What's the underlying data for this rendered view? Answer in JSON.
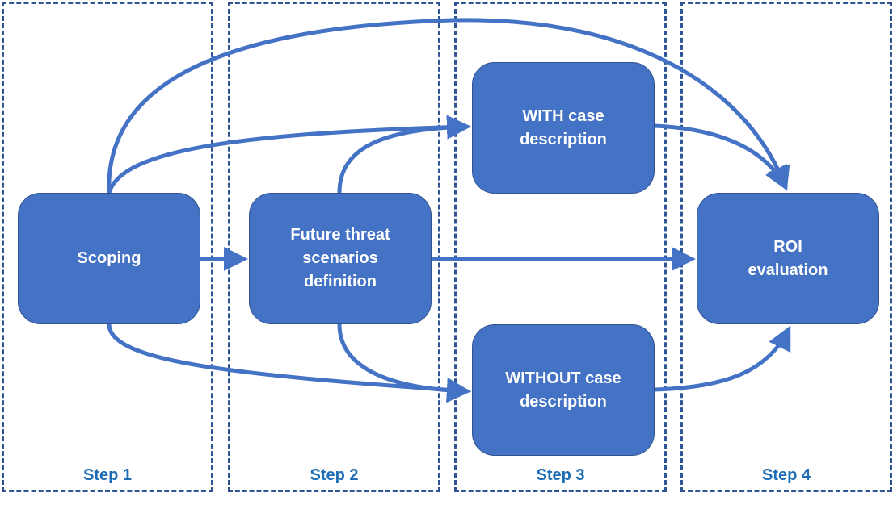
{
  "diagram": {
    "steps": [
      {
        "id": "step1",
        "label": "Step 1"
      },
      {
        "id": "step2",
        "label": "Step 2"
      },
      {
        "id": "step3",
        "label": "Step 3"
      },
      {
        "id": "step4",
        "label": "Step 4"
      }
    ],
    "nodes": [
      {
        "id": "scoping",
        "label": "Scoping",
        "step": "step1"
      },
      {
        "id": "future",
        "label": "Future threat scenarios definition",
        "step": "step2"
      },
      {
        "id": "with",
        "label": "WITH case description",
        "step": "step3"
      },
      {
        "id": "without",
        "label": "WITHOUT case description",
        "step": "step3"
      },
      {
        "id": "roi",
        "label": "ROI evaluation",
        "step": "step4"
      }
    ],
    "edges": [
      {
        "from": "scoping",
        "to": "future"
      },
      {
        "from": "scoping",
        "to": "with"
      },
      {
        "from": "scoping",
        "to": "without"
      },
      {
        "from": "scoping",
        "to": "roi"
      },
      {
        "from": "future",
        "to": "with"
      },
      {
        "from": "future",
        "to": "without"
      },
      {
        "from": "future",
        "to": "roi"
      },
      {
        "from": "with",
        "to": "roi"
      },
      {
        "from": "without",
        "to": "roi"
      }
    ],
    "colors": {
      "node_fill": "#4472c4",
      "node_text": "#ffffff",
      "arrow": "#4472c4",
      "column_border": "#2f5597",
      "step_label": "#1f6eb5"
    }
  }
}
